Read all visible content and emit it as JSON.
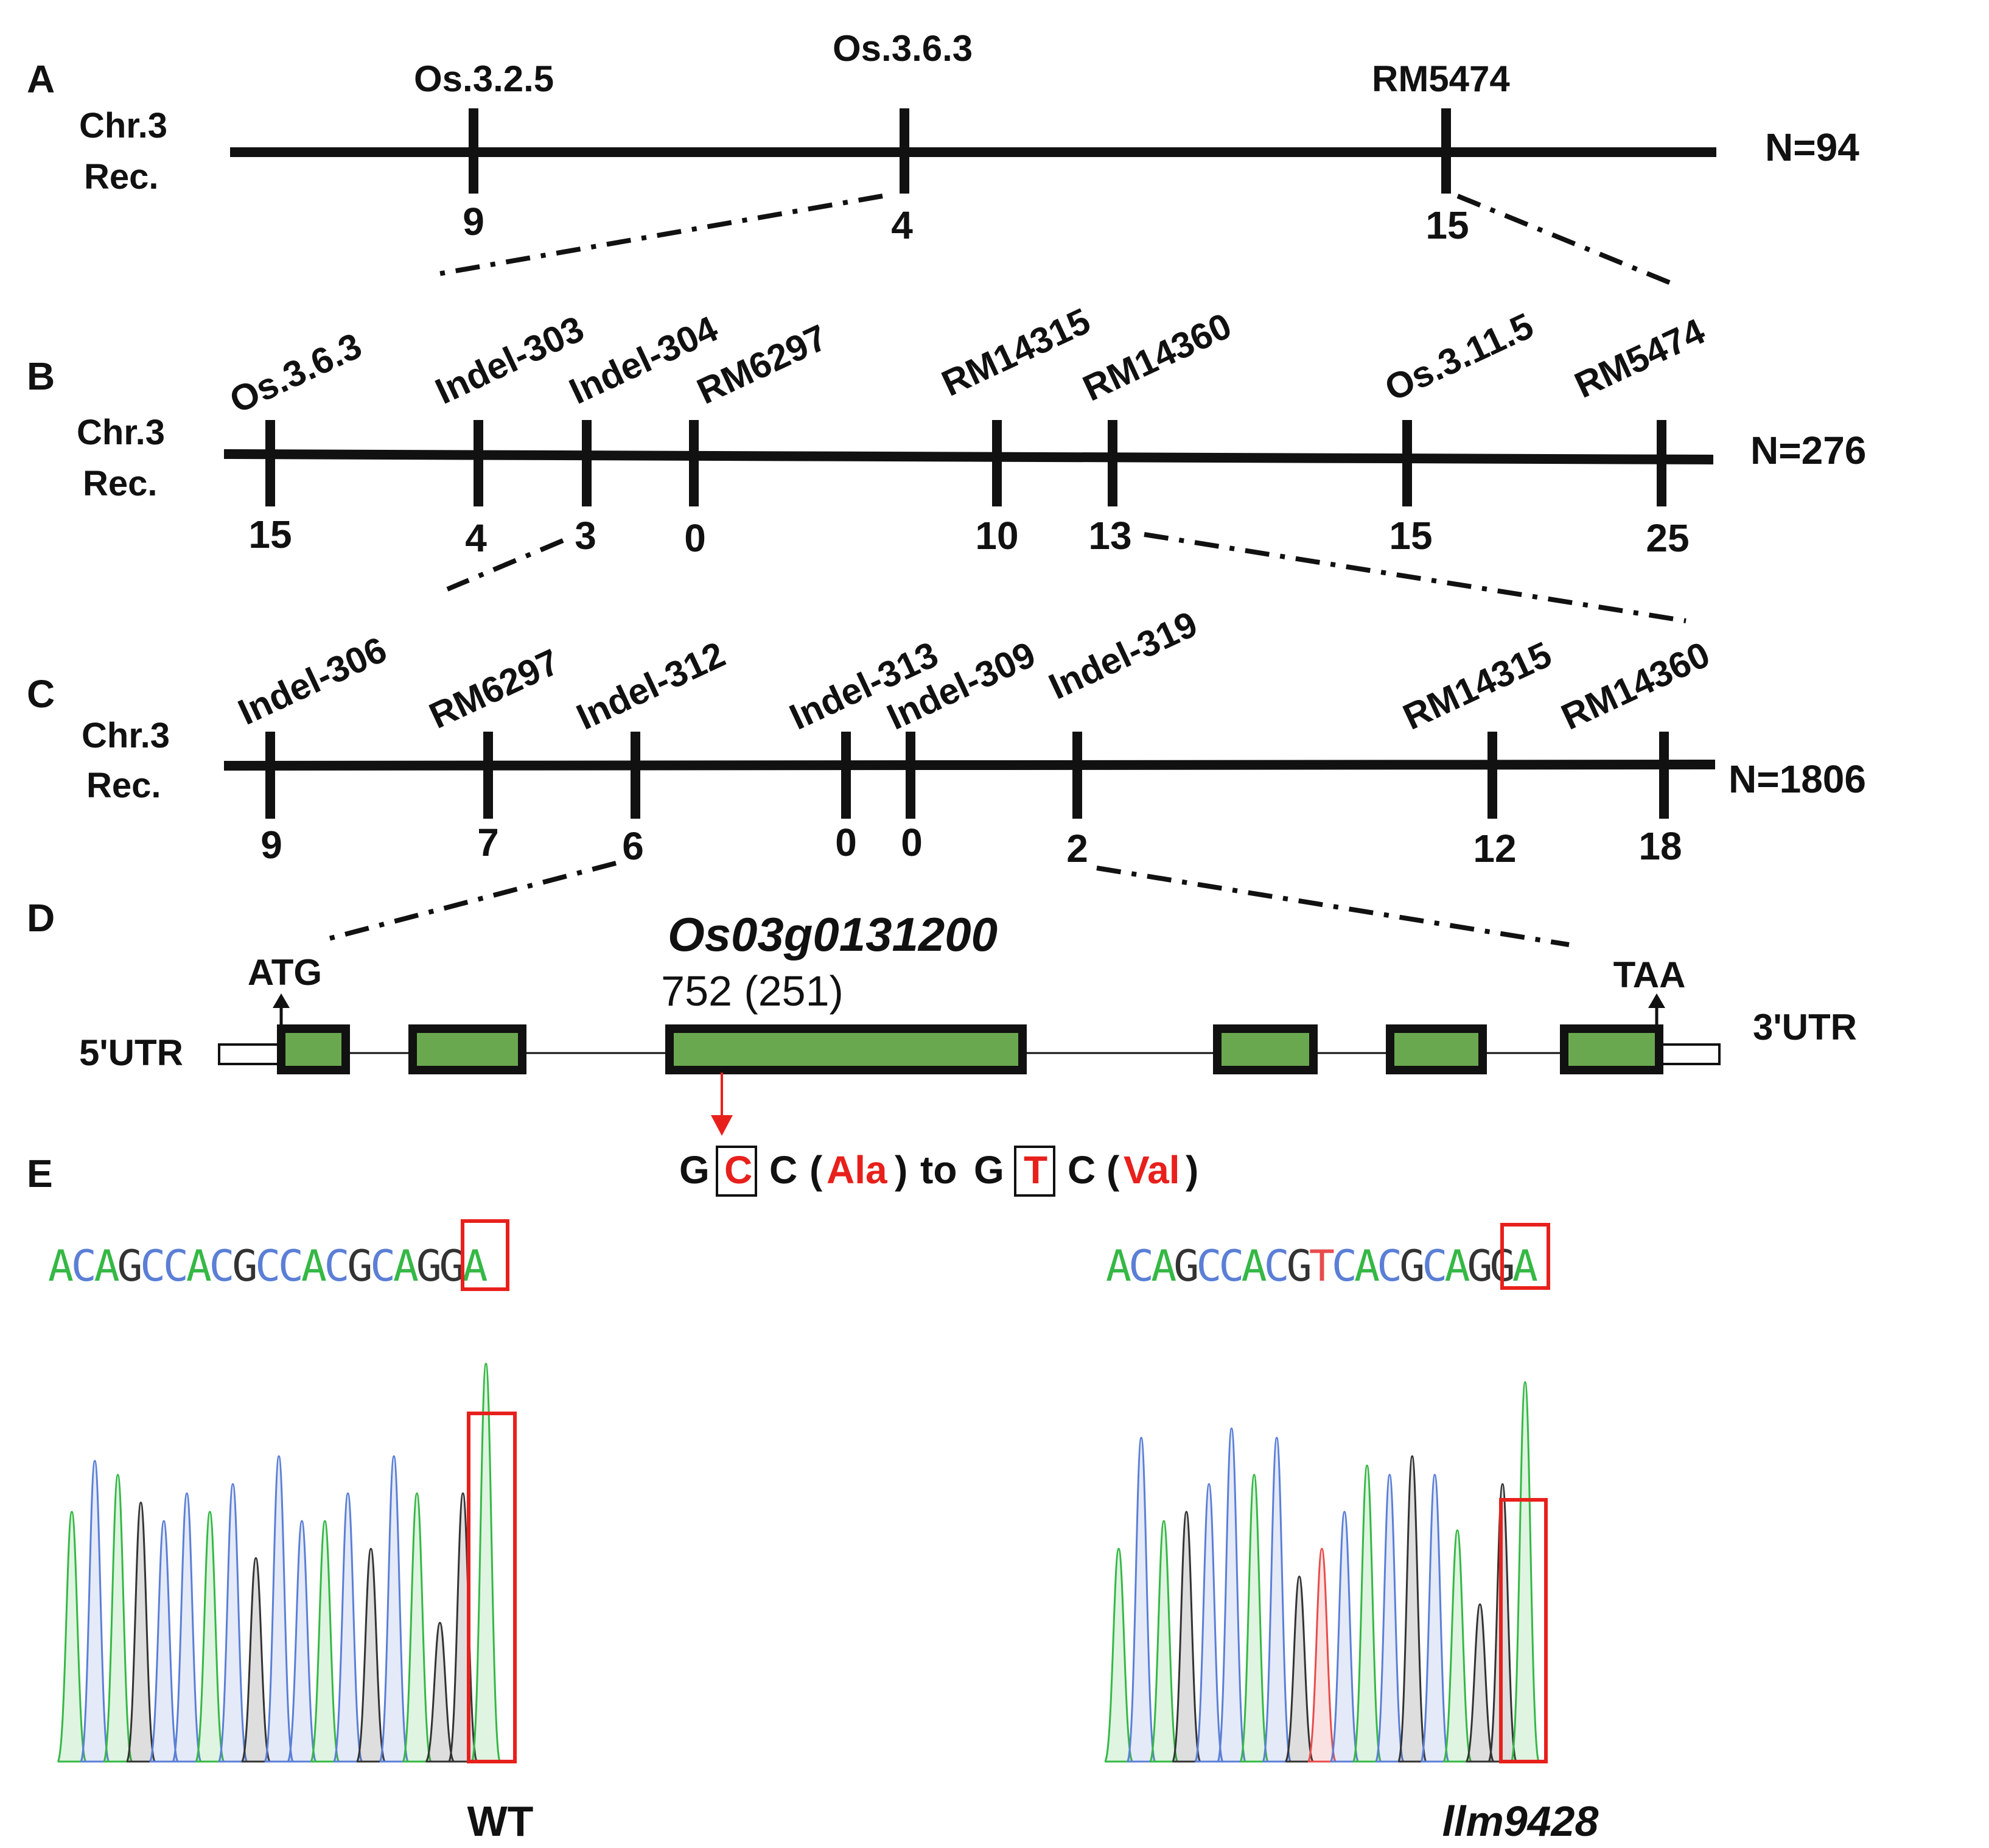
{
  "panels": {
    "a": "A",
    "b": "B",
    "c": "C",
    "d": "D",
    "e": "E"
  },
  "row_labels": {
    "chr": "Chr.3",
    "rec": "Rec."
  },
  "panel_a": {
    "n": "N=94",
    "markers": [
      {
        "name": "Os.3.2.5",
        "rec": "9"
      },
      {
        "name": "Os.3.6.3",
        "rec": "4"
      },
      {
        "name": "RM5474",
        "rec": "15"
      }
    ]
  },
  "panel_b": {
    "n": "N=276",
    "markers": [
      {
        "name": "Os.3.6.3",
        "rec": "15"
      },
      {
        "name": "Indel-303",
        "rec": "4"
      },
      {
        "name": "Indel-304",
        "rec": "3"
      },
      {
        "name": "RM6297",
        "rec": "0"
      },
      {
        "name": "RM14315",
        "rec": "10"
      },
      {
        "name": "RM14360",
        "rec": "13"
      },
      {
        "name": "Os.3.11.5",
        "rec": "15"
      },
      {
        "name": "RM5474",
        "rec": "25"
      }
    ]
  },
  "panel_c": {
    "n": "N=1806",
    "markers": [
      {
        "name": "Indel-306",
        "rec": "9"
      },
      {
        "name": "RM6297",
        "rec": "7"
      },
      {
        "name": "Indel-312",
        "rec": "6"
      },
      {
        "name": "Indel-313",
        "rec": "0"
      },
      {
        "name": "Indel-309",
        "rec": "0"
      },
      {
        "name": "Indel-319",
        "rec": "2"
      },
      {
        "name": "RM14315",
        "rec": "12"
      },
      {
        "name": "RM14360",
        "rec": "18"
      }
    ]
  },
  "panel_d": {
    "gene": "Os03g0131200",
    "position": "752 (251)",
    "start_codon": "ATG",
    "stop_codon": "TAA",
    "utr5": "5'UTR",
    "utr3": "3'UTR",
    "mutation": {
      "g1": "G",
      "wt_base": "C",
      "c1": "C",
      "wt_aa": "Ala",
      "to": "to",
      "g2": "G",
      "mut_base": "T",
      "c2": "C",
      "mut_aa": "Val"
    }
  },
  "panel_e": {
    "wt_label": "WT",
    "mut_label": "llm9428",
    "wt_sequence": [
      "A",
      "C",
      "A",
      "G",
      "C",
      "C",
      "A",
      "C",
      "G",
      "C",
      "C",
      "A",
      "C",
      "G",
      "C",
      "A",
      "G",
      "G",
      "A"
    ],
    "mut_sequence": [
      "A",
      "C",
      "A",
      "G",
      "C",
      "C",
      "A",
      "C",
      "G",
      "T",
      "C",
      "A",
      "C",
      "G",
      "C",
      "A",
      "G",
      "G",
      "A"
    ],
    "highlight_index": 9
  },
  "colors": {
    "exon": "#6aa84f",
    "highlight": "#e8201c",
    "base_A": "#35b845",
    "base_C": "#5b7fd6",
    "base_G": "#333333",
    "base_T": "#e84c4c"
  }
}
